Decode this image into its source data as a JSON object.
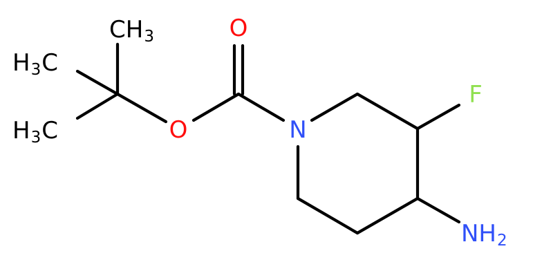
{
  "colors": {
    "background": "#ffffff",
    "bond": "#000000",
    "carbon": "#000000",
    "oxygen": "#ff0d0d",
    "nitrogen": "#3050f8",
    "fluorine": "#90e050"
  },
  "labels": {
    "ch3_top": {
      "main": "CH",
      "sub": "3"
    },
    "h3c_upper": {
      "h": "H",
      "sub": "3",
      "c": "C"
    },
    "h3c_lower": {
      "h": "H",
      "sub": "3",
      "c": "C"
    },
    "carbonyl_oxygen": "O",
    "ester_oxygen": "O",
    "ring_nitrogen": "N",
    "fluorine": "F",
    "amine": {
      "main": "NH",
      "sub": "2"
    }
  }
}
